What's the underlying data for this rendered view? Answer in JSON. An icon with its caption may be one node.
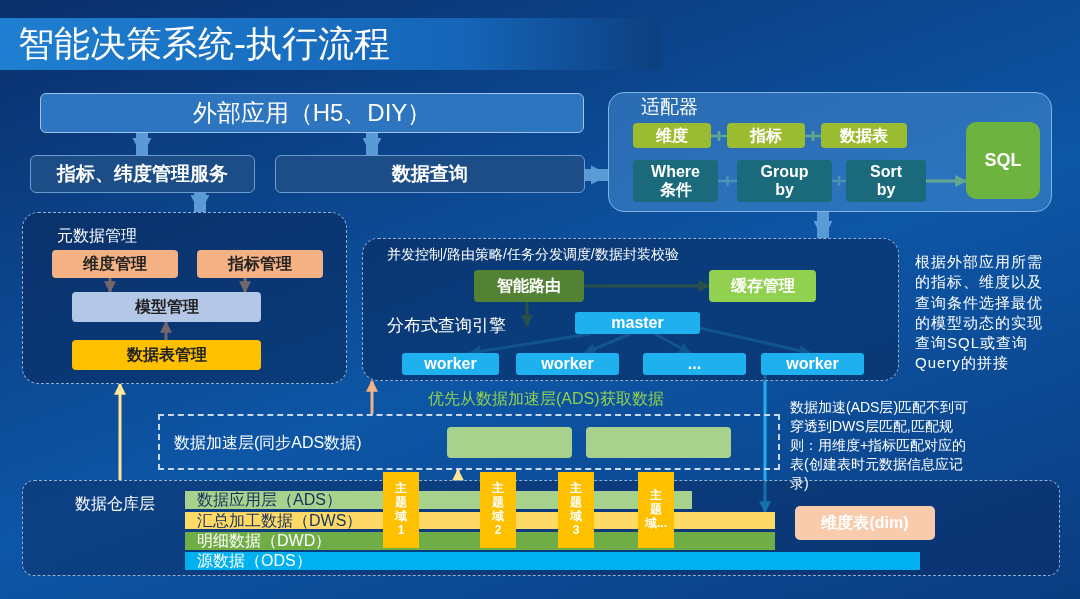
{
  "diagram": {
    "title": "智能决策系统-执行流程",
    "nodes": [
      {
        "text": [
          "外部应用（H5、DIY）"
        ]
      },
      {
        "text": [
          "指标、纬度管理服务"
        ]
      },
      {
        "text": [
          "数据查询"
        ]
      },
      {
        "text": [
          "适配器"
        ]
      },
      {
        "text": [
          "维度"
        ],
        "in": 3
      },
      {
        "text": [
          "指标"
        ],
        "in": 3
      },
      {
        "text": [
          "数据表"
        ],
        "in": 3
      },
      {
        "text": [
          "Where 条件"
        ],
        "in": 3
      },
      {
        "text": [
          "Group by"
        ],
        "in": 3
      },
      {
        "text": [
          "Sort by"
        ],
        "in": 3
      },
      {
        "text": [
          "SQL"
        ],
        "in": 3
      },
      {
        "text": [
          "元数据管理"
        ]
      },
      {
        "text": [
          "维度管理"
        ],
        "in": 11
      },
      {
        "text": [
          "指标管理"
        ],
        "in": 11
      },
      {
        "text": [
          "模型管理"
        ],
        "in": 11
      },
      {
        "text": [
          "数据表管理"
        ],
        "in": 11
      },
      {
        "text": [
          "并发控制/路由策略/任务分发调度/数据封装校验",
          "分布式查询引擎"
        ]
      },
      {
        "text": [
          "智能路由"
        ],
        "in": 16
      },
      {
        "text": [
          "缓存管理"
        ],
        "in": 16
      },
      {
        "text": [
          "master"
        ],
        "in": 16
      },
      {
        "text": [
          "worker"
        ],
        "in": 16
      },
      {
        "text": [
          "worker"
        ],
        "in": 16
      },
      {
        "text": [
          "..."
        ],
        "in": 16
      },
      {
        "text": [
          "worker"
        ],
        "in": 16
      },
      {
        "text": [
          "数据加速层(同步ADS数据)",
          "优先从数据加速层(ADS)获取数据"
        ]
      },
      {
        "text": [],
        "shape": "box",
        "in": 24
      },
      {
        "text": [],
        "shape": "box",
        "in": 24
      },
      {
        "text": [
          "数据仓库层"
        ]
      },
      {
        "text": [
          "数据应用层（ADS）"
        ],
        "in": 27
      },
      {
        "text": [
          "汇总加工数据（DWS）"
        ],
        "in": 27
      },
      {
        "text": [
          "明细数据（DWD）"
        ],
        "in": 27
      },
      {
        "text": [
          "源数据（ODS）"
        ],
        "in": 27
      },
      {
        "text": [
          "主题域1"
        ],
        "in": 27
      },
      {
        "text": [
          "主题域2"
        ],
        "in": 27
      },
      {
        "text": [
          "主题域3"
        ],
        "in": 27
      },
      {
        "text": [
          "主题域..."
        ],
        "in": 27
      },
      {
        "text": [
          "维度表(dim)"
        ],
        "in": 27
      }
    ],
    "edges": [
      {
        "from": 0,
        "to": 1,
        "arrow": "to",
        "style": "thick"
      },
      {
        "from": 0,
        "to": 2,
        "arrow": "to",
        "style": "thick"
      },
      {
        "from": 2,
        "to": 3,
        "arrow": "to",
        "style": "thick"
      },
      {
        "from": 1,
        "to": 11,
        "arrow": "to",
        "style": "thick"
      },
      {
        "from": 3,
        "to": 16,
        "arrow": "to",
        "style": "thick"
      },
      {
        "from": 9,
        "to": 10,
        "arrow": "to",
        "color": "#8dc63f"
      },
      {
        "from": 12,
        "to": 14,
        "arrow": "to",
        "color": "#f4b183"
      },
      {
        "from": 13,
        "to": 14,
        "arrow": "to",
        "color": "#f4b183"
      },
      {
        "from": 15,
        "to": 14,
        "arrow": "to",
        "color": "#f4b183"
      },
      {
        "from": 27,
        "to": 11,
        "arrow": "to",
        "color": "#ffe699"
      },
      {
        "from": 24,
        "to": 16,
        "arrow": "to",
        "color": "#f4b183"
      },
      {
        "from": 27,
        "to": 24,
        "arrow": "to",
        "color": "#ffe699"
      },
      {
        "from": 17,
        "to": 18,
        "arrow": "to",
        "color": "#548235"
      },
      {
        "from": 17,
        "to": null,
        "arrow": "to",
        "color": "#548235"
      },
      {
        "from": 19,
        "to": 20,
        "arrow": "to"
      },
      {
        "from": 19,
        "to": 21,
        "arrow": "to"
      },
      {
        "from": 19,
        "to": 22,
        "arrow": "to"
      },
      {
        "from": 19,
        "to": 23,
        "arrow": "to"
      },
      {
        "from": 23,
        "to": 29,
        "arrow": "to",
        "color": "#1fb0f0"
      },
      {
        "from": 4,
        "to": 5,
        "arrow": "none",
        "color": "#8dc63f"
      },
      {
        "from": 5,
        "to": 6,
        "arrow": "none",
        "color": "#8dc63f"
      },
      {
        "from": 7,
        "to": 8,
        "arrow": "none",
        "color": "#4f9a9a"
      },
      {
        "from": 8,
        "to": 9,
        "arrow": "none",
        "color": "#4f9a9a"
      }
    ],
    "labels": [
      "根据外部应用所需的指标、维度以及查询条件选择最优的模型动态的实现查询SQL或查询Query的拼接",
      "数据加速(ADS层)匹配不到可穿透到DWS层匹配,匹配规则：用维度+指标匹配对应的表(创建表时元数据信息应记录)"
    ]
  }
}
